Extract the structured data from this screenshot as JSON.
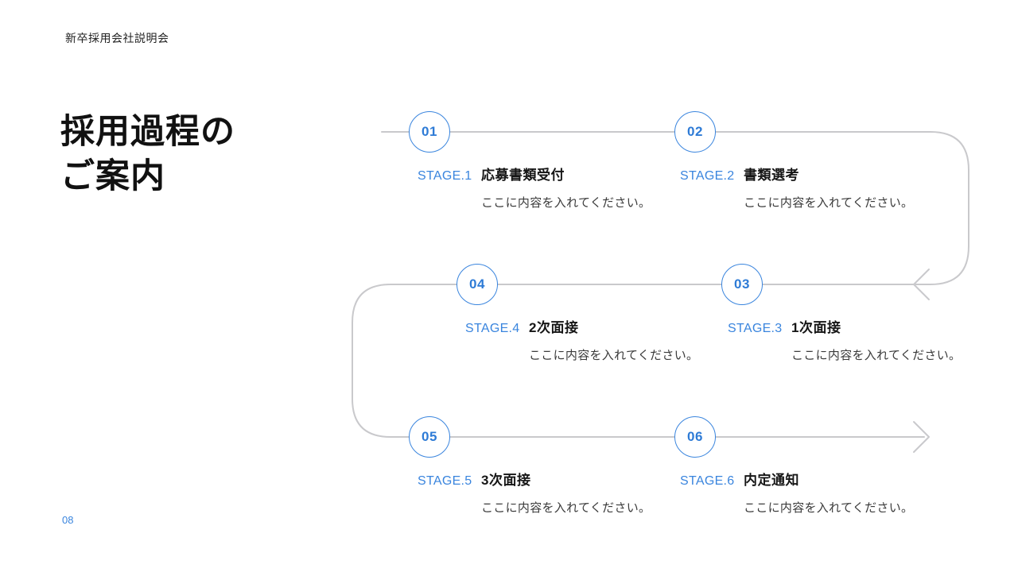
{
  "slide": {
    "header": "新卒採用会社説明会",
    "title_line1": "採用過程の",
    "title_line2": "ご案内",
    "page_number": "08"
  },
  "colors": {
    "accent_blue": "#3a85de",
    "connector_gray": "#c9c9cc",
    "title_black": "#111111",
    "body_text": "#3a3a3a"
  },
  "stages": [
    {
      "number": "01",
      "label": "STAGE.1",
      "title": "応募書類受付",
      "description": "ここに内容を入れてください。"
    },
    {
      "number": "02",
      "label": "STAGE.2",
      "title": "書類選考",
      "description": "ここに内容を入れてください。"
    },
    {
      "number": "03",
      "label": "STAGE.3",
      "title": "1次面接",
      "description": "ここに内容を入れてください。"
    },
    {
      "number": "04",
      "label": "STAGE.4",
      "title": "2次面接",
      "description": "ここに内容を入れてください。"
    },
    {
      "number": "05",
      "label": "STAGE.5",
      "title": "3次面接",
      "description": "ここに内容を入れてください。"
    },
    {
      "number": "06",
      "label": "STAGE.6",
      "title": "内定通知",
      "description": "ここに内容を入れてください。"
    }
  ]
}
